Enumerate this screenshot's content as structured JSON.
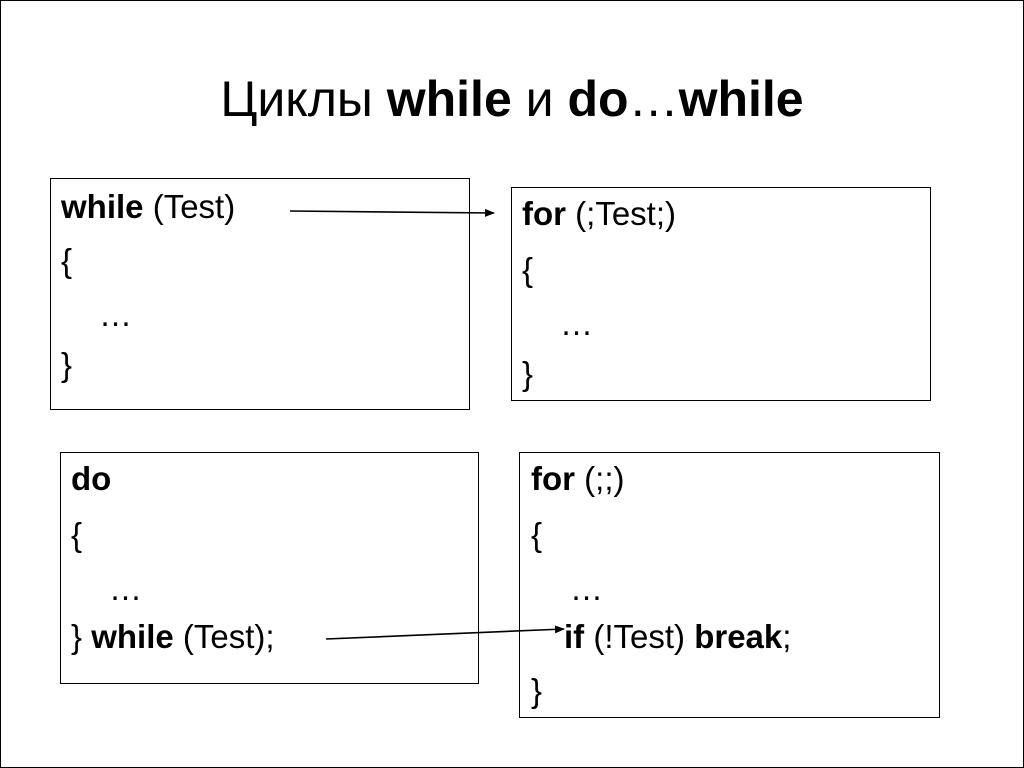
{
  "title": {
    "prefix": "Циклы ",
    "kw1": "while",
    "middle": " и ",
    "kw2": "do",
    "ellipsis": "…",
    "kw3": "while"
  },
  "boxes": {
    "while_loop": {
      "keyword": "while",
      "condition": " (Test)",
      "open_brace": "{",
      "body": "…",
      "close_brace": "}"
    },
    "for_test": {
      "keyword": "for",
      "condition": " (;Test;)",
      "open_brace": "{",
      "body": "…",
      "close_brace": "}"
    },
    "do_while": {
      "keyword": "do",
      "open_brace": "{",
      "body": "…",
      "close_brace": "} ",
      "while_keyword": "while",
      "condition": " (Test);"
    },
    "for_infinite": {
      "keyword": "for",
      "condition": " (;;)",
      "open_brace": "{",
      "body": "…",
      "if_keyword": "if",
      "if_condition": " (!Test) ",
      "break_keyword": "break",
      "semicolon": ";",
      "close_brace": "}"
    }
  }
}
